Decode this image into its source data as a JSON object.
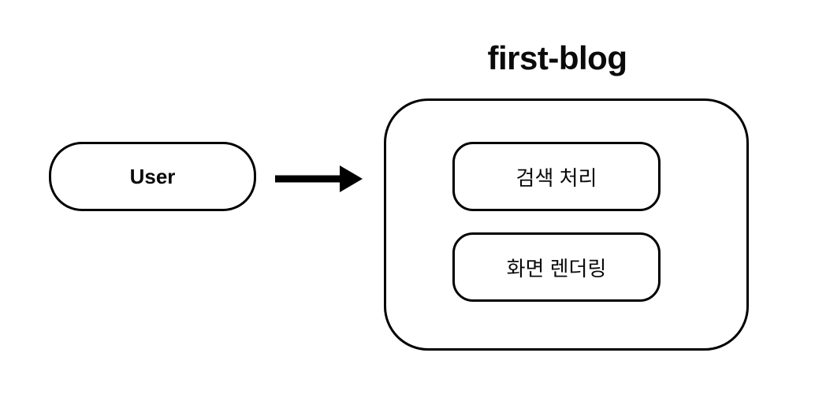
{
  "diagram": {
    "system_node": {
      "title": "first-blog",
      "sub_nodes": [
        {
          "label": "검색 처리"
        },
        {
          "label": "화면 렌더링"
        }
      ]
    },
    "user_node": {
      "label": "User"
    },
    "edge": {
      "from": "User",
      "to": "first-blog",
      "direction": "right"
    },
    "colors": {
      "stroke": "#000000",
      "background": "#ffffff",
      "text": "#0a0a0a"
    }
  }
}
